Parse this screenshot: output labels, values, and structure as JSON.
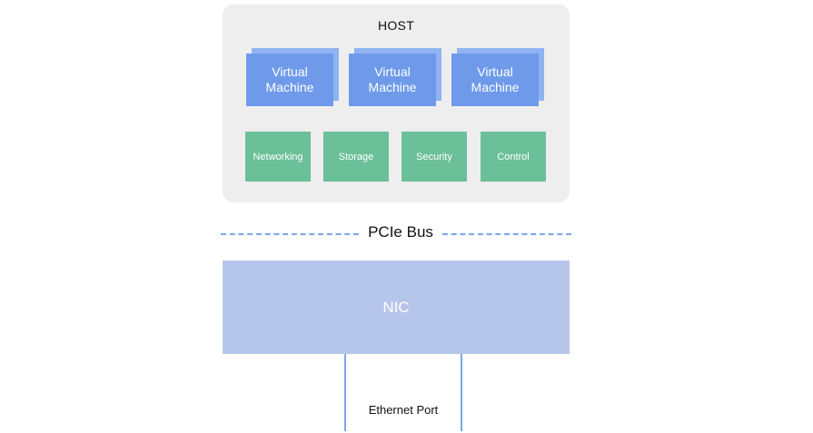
{
  "host": {
    "title": "HOST",
    "virtual_machines": [
      {
        "label": "Virtual Machine"
      },
      {
        "label": "Virtual Machine"
      },
      {
        "label": "Virtual Machine"
      }
    ],
    "functions": [
      {
        "label": "Networking"
      },
      {
        "label": "Storage"
      },
      {
        "label": "Security"
      },
      {
        "label": "Control"
      }
    ]
  },
  "bus": {
    "label": "PCIe Bus"
  },
  "nic": {
    "label": "NIC"
  },
  "port": {
    "label": "Ethernet Port"
  },
  "colors": {
    "host_bg": "#eeeeee",
    "vm": "#6f9aea",
    "vm_shadow": "#8fb3f2",
    "function_block": "#6bbf99",
    "nic": "#b6c5ea",
    "connector": "#7aa6ea"
  }
}
